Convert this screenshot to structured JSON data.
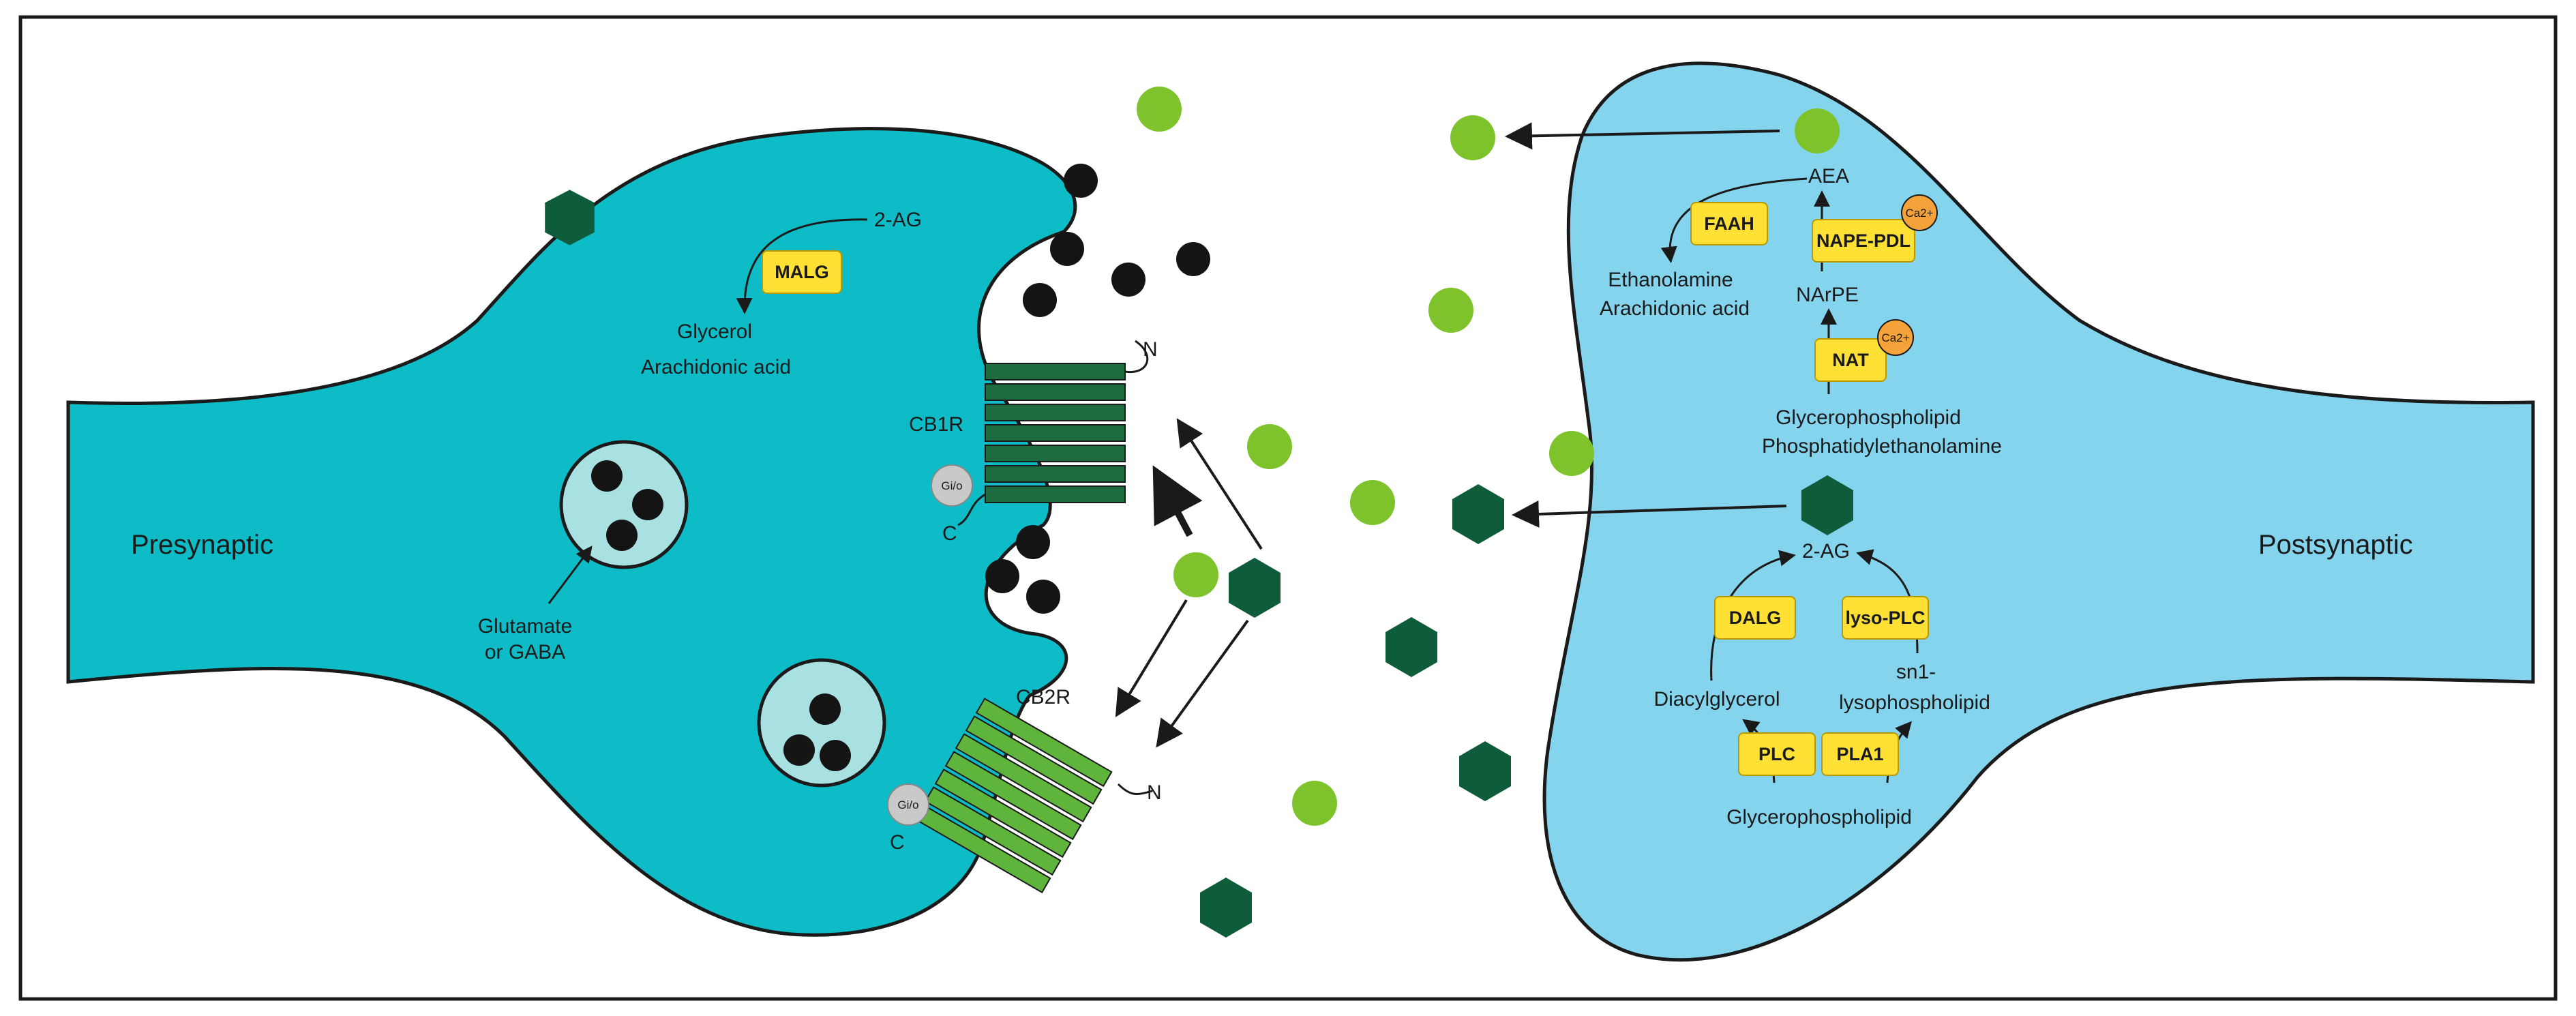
{
  "labels": {
    "presynaptic": "Presynaptic",
    "postsynaptic": "Postsynaptic",
    "two_ag_pre": "2-AG",
    "glycerol": "Glycerol",
    "arachidonic_acid_pre": "Arachidonic acid",
    "cb1r": "CB1R",
    "cb2r": "CB2R",
    "glutamate": "Glutamate",
    "or_gaba": "or GABA",
    "n_cb1": "N",
    "c_cb1": "C",
    "n_cb2": "N",
    "c_cb2": "C",
    "g_protein_cb1": "Gi/o",
    "g_protein_cb2": "Gi/o",
    "aea": "AEA",
    "ethanolamine": "Ethanolamine",
    "arachidonic_acid_post": "Arachidonic acid",
    "narpe": "NArPE",
    "glycerophospholipid_top": "Glycerophospholipid",
    "phosphatidylethanolamine": "Phosphatidylethanolamine",
    "two_ag_post": "2-AG",
    "diacylglycerol": "Diacylglycerol",
    "sn1": "sn1-",
    "lysophospholipid": "lysophospholipid",
    "glycerophospholipid_bottom": "Glycerophospholipid"
  },
  "enzymes": {
    "malg": "MALG",
    "faah": "FAAH",
    "nape_pdl": "NAPE-PDL",
    "nat": "NAT",
    "dalg": "DALG",
    "lyso_plc": "lyso-PLC",
    "plc": "PLC",
    "pla1": "PLA1",
    "ca_1": "Ca2+",
    "ca_2": "Ca2+"
  },
  "colors": {
    "presynaptic_fill": "#0dbcc6",
    "postsynaptic_fill": "#85d4ee",
    "vesicle_fill": "#a9e1e3",
    "enzyme_box": "#ffe135",
    "calcium": "#f5a23a",
    "aea_molecule": "#7ec22c",
    "two_ag_molecule": "#0e5c3a",
    "neurotransmitter": "#141414",
    "cb1r_helix": "#1f6b40",
    "cb2r_helix": "#5fb43c",
    "g_protein": "#c9c9c9",
    "outline": "#1a1a1a"
  }
}
